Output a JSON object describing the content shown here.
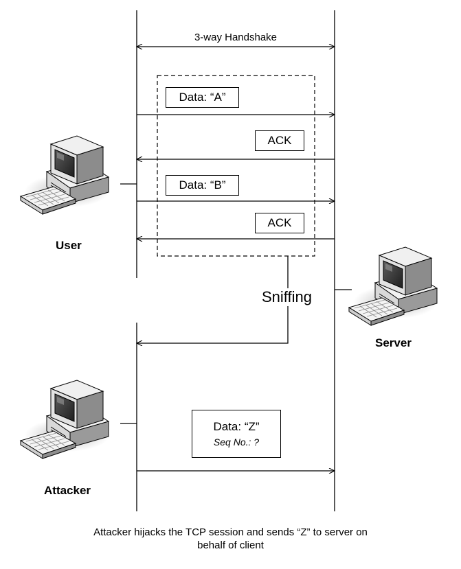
{
  "handshake_label": "3-way Handshake",
  "messages": {
    "data_a": "Data: “A”",
    "ack_1": "ACK",
    "data_b": "Data: “B”",
    "ack_2": "ACK",
    "data_z": "Data: “Z”",
    "seq_no": "Seq No.: ?"
  },
  "sniffing_label": "Sniffing",
  "nodes": {
    "user": "User",
    "server": "Server",
    "attacker": "Attacker"
  },
  "caption_line1": "Attacker hijacks the TCP session and sends “Z” to server on",
  "caption_line2": "behalf of client"
}
